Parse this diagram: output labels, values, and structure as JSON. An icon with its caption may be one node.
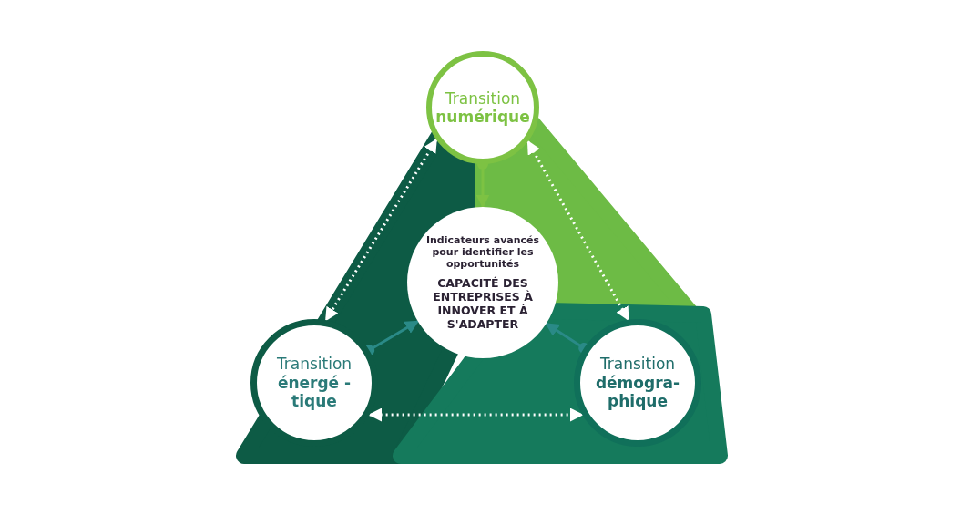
{
  "diagram": {
    "nodes": [
      {
        "text": [
          "Transition **numérique**"
        ]
      },
      {
        "text": [
          "Indicateurs avancés pour identifier les opportunités",
          "CAPACITÉ DES ENTREPRISES À INNOVER ET À S'ADAPTER"
        ]
      },
      {
        "text": [
          "Transition **énergé -tique**"
        ]
      },
      {
        "text": [
          "Transition **démogra- phique**"
        ]
      }
    ],
    "edges": [
      {
        "from": 0,
        "to": 1,
        "arrow": "to",
        "color": "#7dc243"
      },
      {
        "from": 2,
        "to": 1,
        "arrow": "to",
        "color": "#2a8a87"
      },
      {
        "from": 3,
        "to": 1,
        "arrow": "to",
        "color": "#2a8a87"
      },
      {
        "from": 0,
        "to": 2,
        "arrow": "both",
        "style": "dashed",
        "color": "#ffffff"
      },
      {
        "from": 0,
        "to": 3,
        "arrow": "both",
        "style": "dashed",
        "color": "#ffffff"
      },
      {
        "from": 2,
        "to": 3,
        "arrow": "both",
        "style": "dashed",
        "color": "#ffffff"
      }
    ]
  }
}
